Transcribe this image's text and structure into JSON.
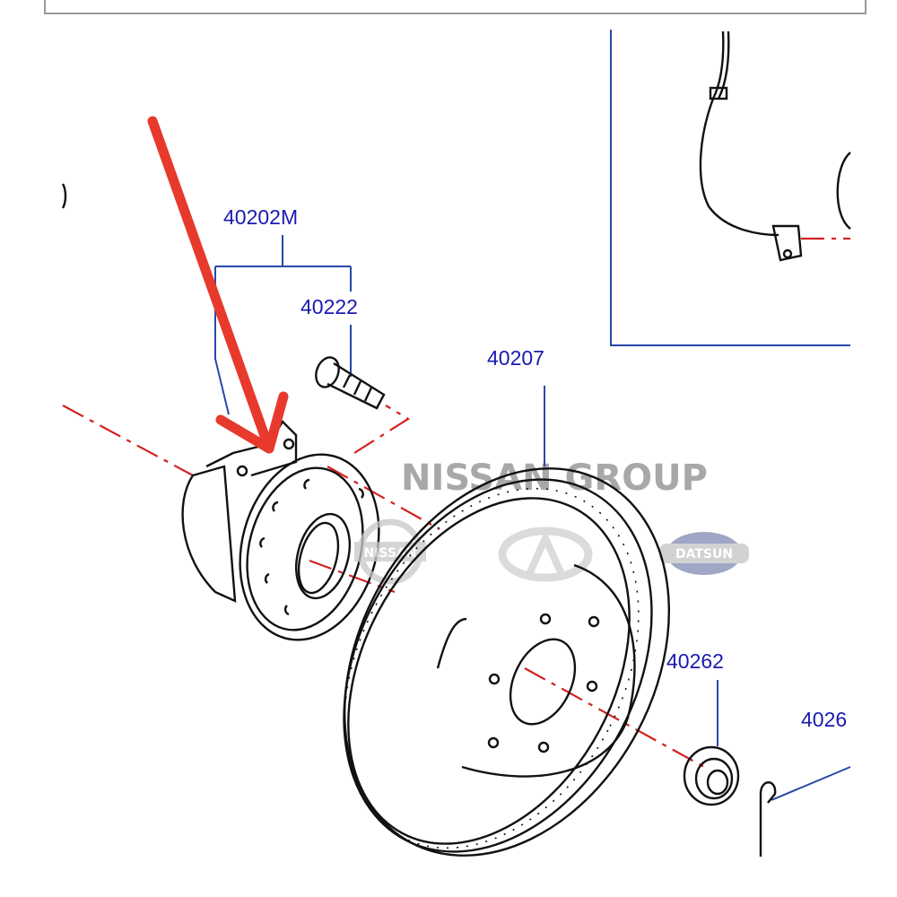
{
  "diagram": {
    "part_labels": {
      "hub_assembly": "40202M",
      "hub_bolt": "40222",
      "brake_rotor": "40207",
      "hub_nut": "40262",
      "cotter_pin": "4026"
    },
    "watermark": {
      "text": "NISSAN GROUP",
      "logos": {
        "nissan": "NISSAN",
        "infiniti": "",
        "datsun": "DATSUN"
      }
    },
    "annotation": {
      "arrow_color": "#e8392d",
      "points_to": "hub_assembly"
    },
    "colors": {
      "label": "#1a1ab0",
      "leader": "#2848a8",
      "centerline": "#d42020"
    }
  }
}
